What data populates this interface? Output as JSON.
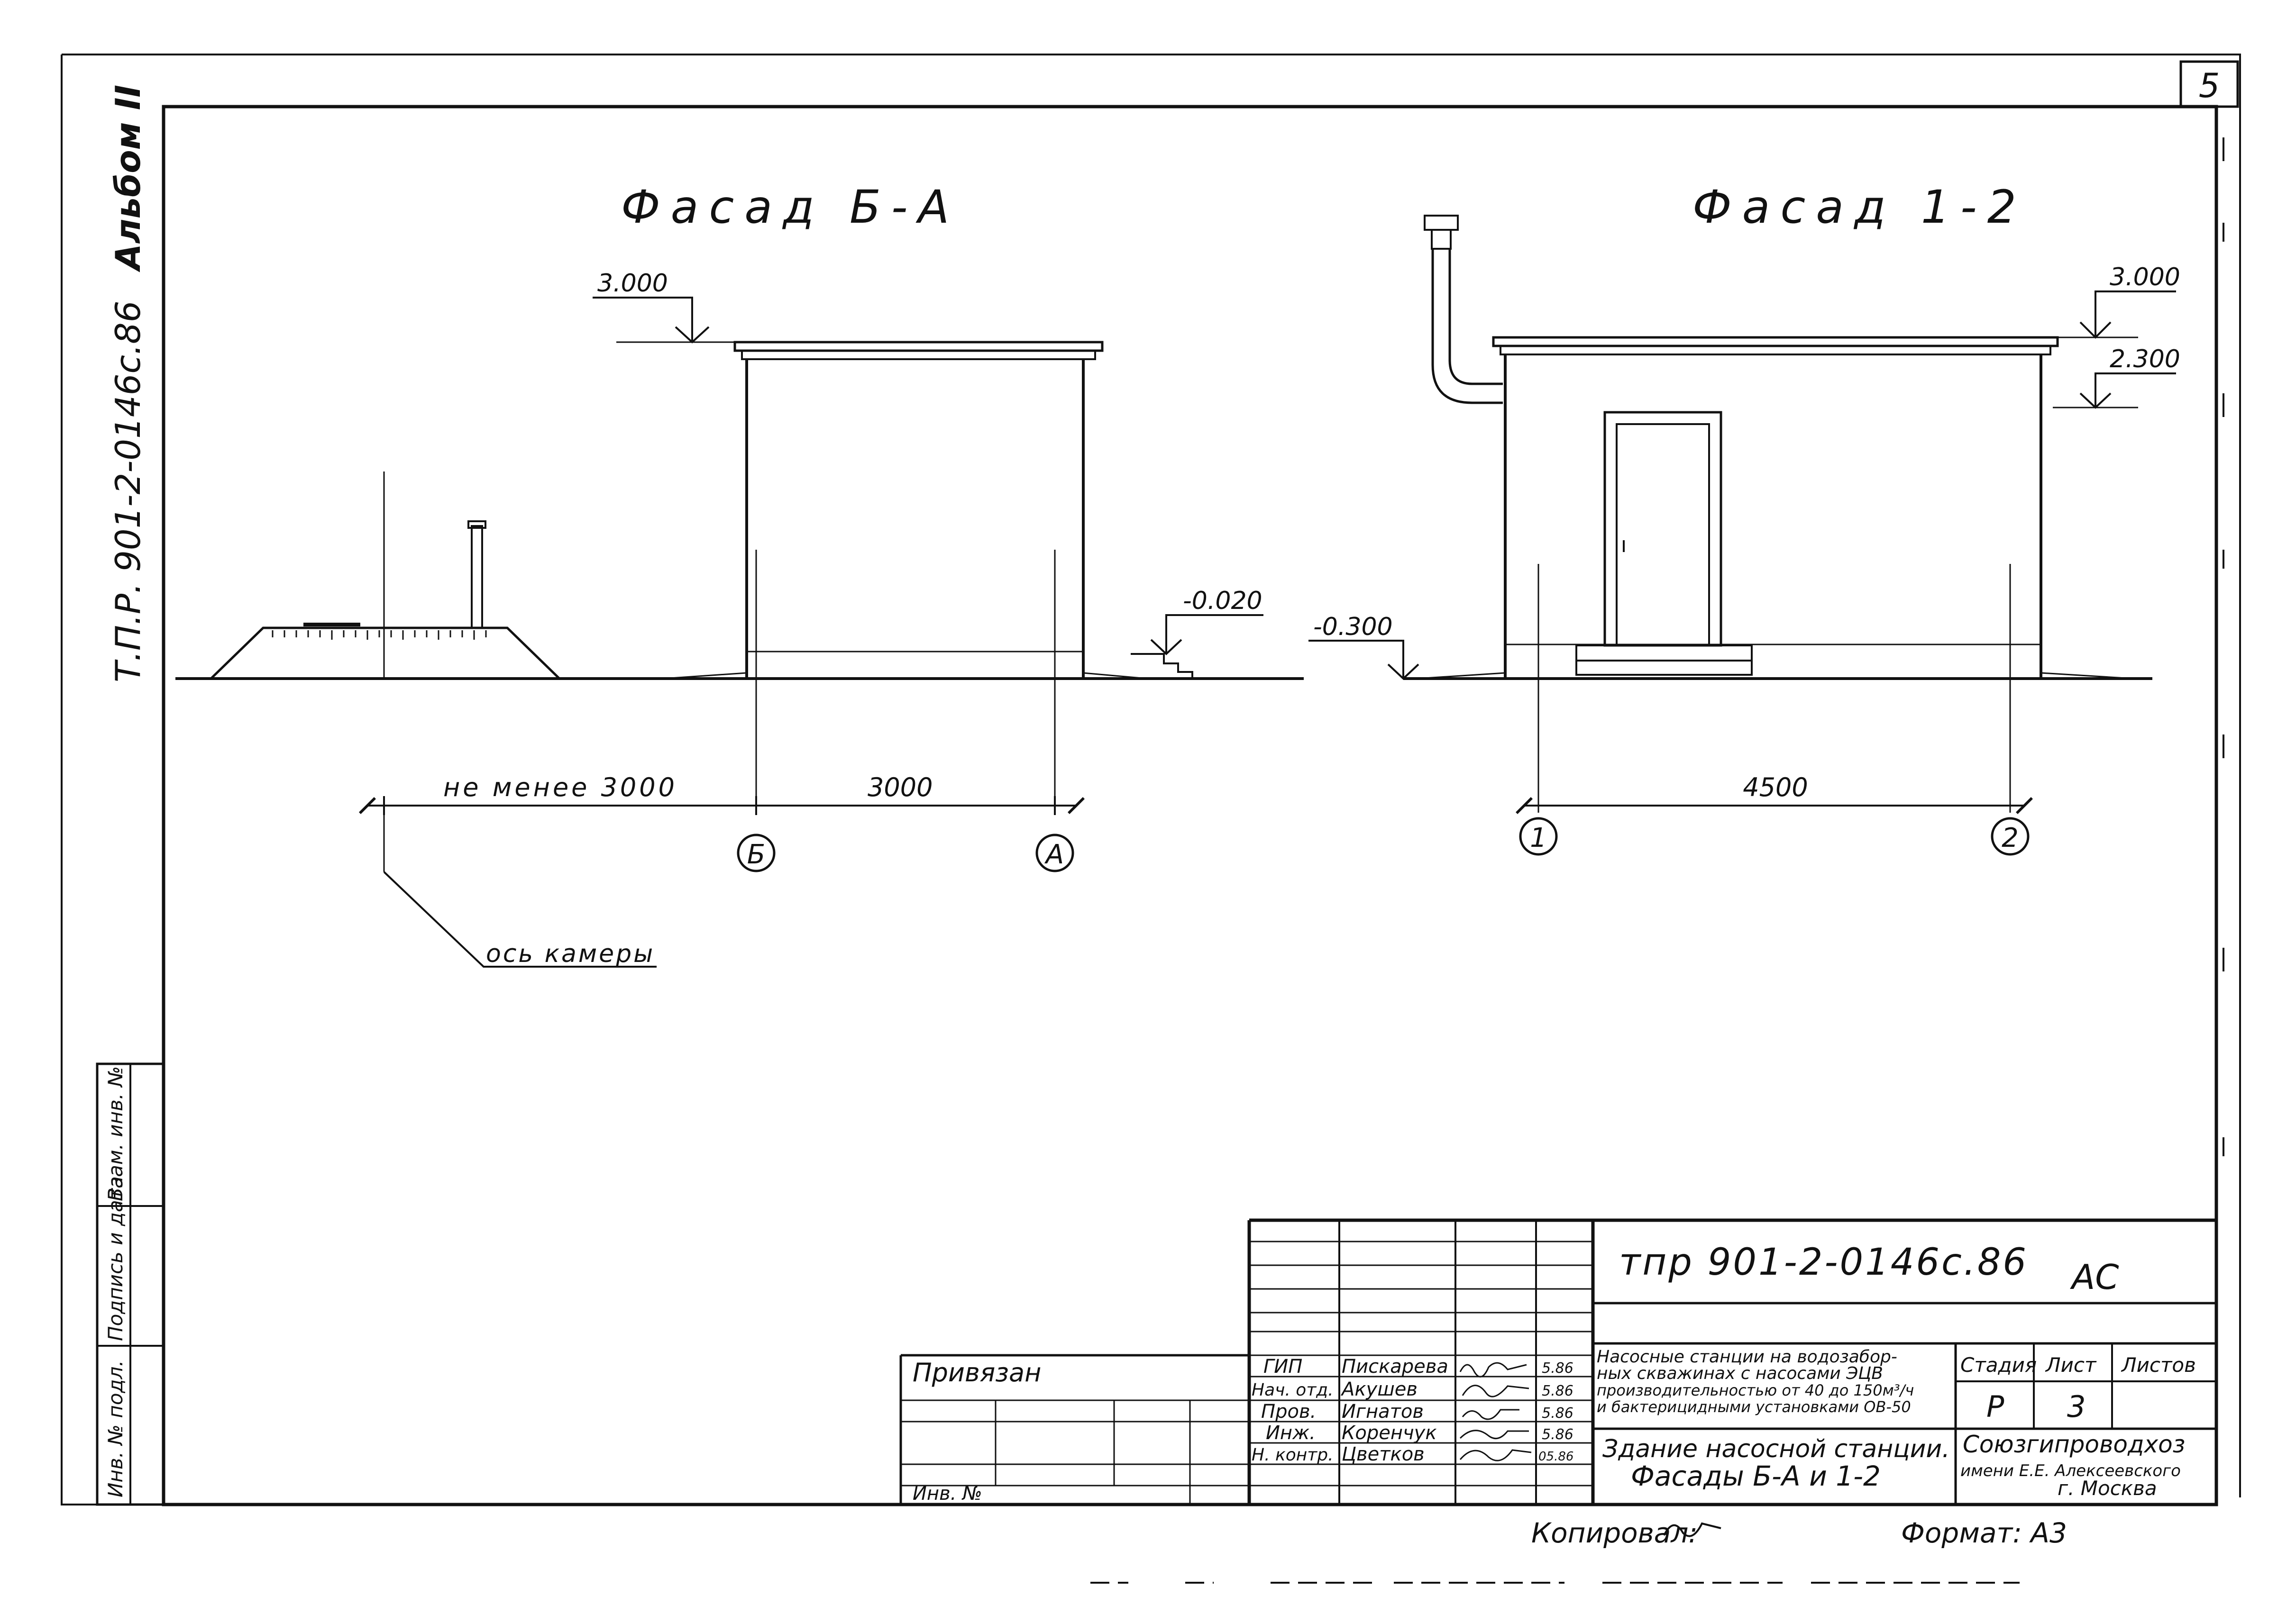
{
  "sheet": {
    "number": "5",
    "album_code": "Т.П.Р. 901-2-0146с.86",
    "album_label": "Альбом II"
  },
  "left_stamp": [
    "Инв. № подл.",
    "Подпись и дата",
    "Взам. инв. №"
  ],
  "facade_ba": {
    "title": "Фасад Б-А",
    "roof_level": "3.000",
    "ground_level": "-0.020",
    "dim_min": "не менее 3000",
    "dim_span": "3000",
    "axis_left": "Б",
    "axis_right": "А",
    "camera_label": "ось камеры"
  },
  "facade_12": {
    "title": "Фасад 1-2",
    "roof_level": "3.000",
    "eave_level": "2.300",
    "ground_level": "-0.300",
    "dim_span": "4500",
    "axis_left": "1",
    "axis_right": "2"
  },
  "title_block": {
    "doc_code": "тпр 901-2-0146с.86",
    "section": "АС",
    "bound_label": "Привязан",
    "inv_label": "Инв. №",
    "project_lines": [
      "Насосные станции на водозабор-",
      "ных скважинах с насосами ЭЦВ",
      "производительностью от 40 до 150м³/ч",
      "и бактерицидными установками ОВ-50"
    ],
    "sheet_title_lines": [
      "Здание насосной станции.",
      "Фасады Б-А и 1-2"
    ],
    "stage_header": "Стадия",
    "sheet_header": "Лист",
    "sheets_header": "Листов",
    "stage": "Р",
    "sheet_no": "3",
    "org_lines": [
      "Союзгипроводхоз",
      "имени Е.Е. Алексеевского",
      "г. Москва"
    ],
    "staff": [
      {
        "role": "ГИП",
        "name": "Пискарева",
        "date": "5.86"
      },
      {
        "role": "Нач. отд.",
        "name": "Акушев",
        "date": "5.86"
      },
      {
        "role": "Пров.",
        "name": "Игнатов",
        "date": "5.86"
      },
      {
        "role": "Инж.",
        "name": "Коренчук",
        "date": "5.86"
      },
      {
        "role": "Н. контр.",
        "name": "Цветков",
        "date": "05.86"
      }
    ],
    "copied": "Копировал:",
    "format": "Формат: А3"
  }
}
